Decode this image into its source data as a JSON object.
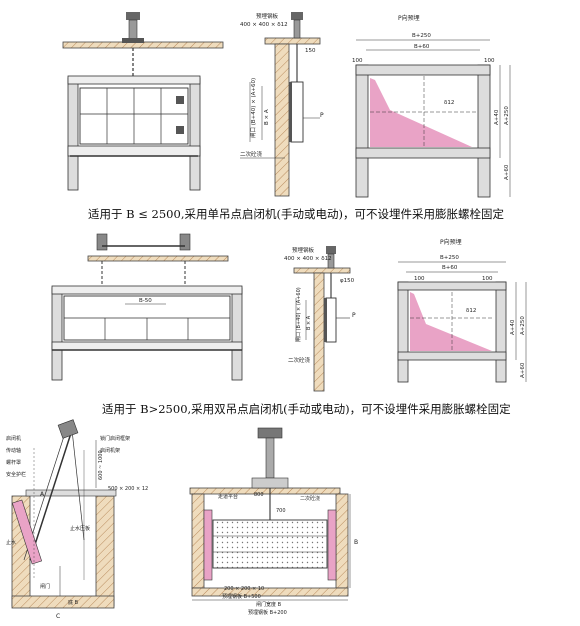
{
  "captions": {
    "row1": "适用于 B ≤ 2500,采用单吊点启闭机(手动或电动)，可不设埋件采用膨胀螺栓固定",
    "row2": "适用于 B>2500,采用双吊点启闭机(手动或电动)，可不设埋件采用膨胀螺栓固定"
  },
  "row1": {
    "side_title": "预埋钢板",
    "side_plate": "400 × 400 × δ12",
    "side_dim_150": "150",
    "side_dim_h": "闸口 (B+40) × (A+60)",
    "side_dim_ba": "B × A",
    "side_p": "P",
    "side_bottom": "二次砼浇",
    "p_view_title": "P向预埋",
    "dim_b250": "B+250",
    "dim_b60": "B+60",
    "dim_100_left": "100",
    "dim_100_right": "100",
    "dim_d12": "δ12",
    "dim_a40": "A+40",
    "dim_a250": "A+250",
    "dim_a60": "A+60"
  },
  "row2": {
    "front_dim_b50": "B-50",
    "side_title": "预埋钢板",
    "side_plate": "400 × 400 × δ12",
    "side_dim_150": "φ150",
    "side_dim_h": "闸口 (B+40) × (A+60)",
    "side_dim_ba": "B × A",
    "side_p": "P",
    "side_bottom": "二次砼浇",
    "p_view_title": "P向预埋",
    "dim_b250": "B+250",
    "dim_b60": "B+60",
    "dim_100_left": "100",
    "dim_100_right": "100",
    "dim_d12": "δ12",
    "dim_a40": "A+40",
    "dim_a250": "A+250",
    "dim_a60": "A+60"
  },
  "row3": {
    "left_labels": [
      "启闭机",
      "传动轴",
      "螺杆罩",
      "安全护栏",
      "止水"
    ],
    "left_right_labels": [
      "锁门启闭框架",
      "启闭机架",
      "止水压板"
    ],
    "left_dim_500": "500 × 200 × 12",
    "left_dim_v": "600 ~ 1000",
    "left_letter_a": "A",
    "left_letter_c": "C",
    "left_bottom_label": "底 B",
    "left_bottom2": "闸门",
    "right_platform": "走道平台",
    "right_top_label": "二次砼浇",
    "right_800": "800",
    "right_700": "700",
    "right_dim_b": "B",
    "right_bottom1": "200 × 200 × 10",
    "right_bottom2": "预埋钢板 B+500",
    "right_bottom3": "闸门宽度 B",
    "right_bottom4": "预埋钢板 B+200"
  },
  "colors": {
    "hatch": "#e9a3c6",
    "line": "#333333",
    "soil": "#e6c8a0"
  }
}
